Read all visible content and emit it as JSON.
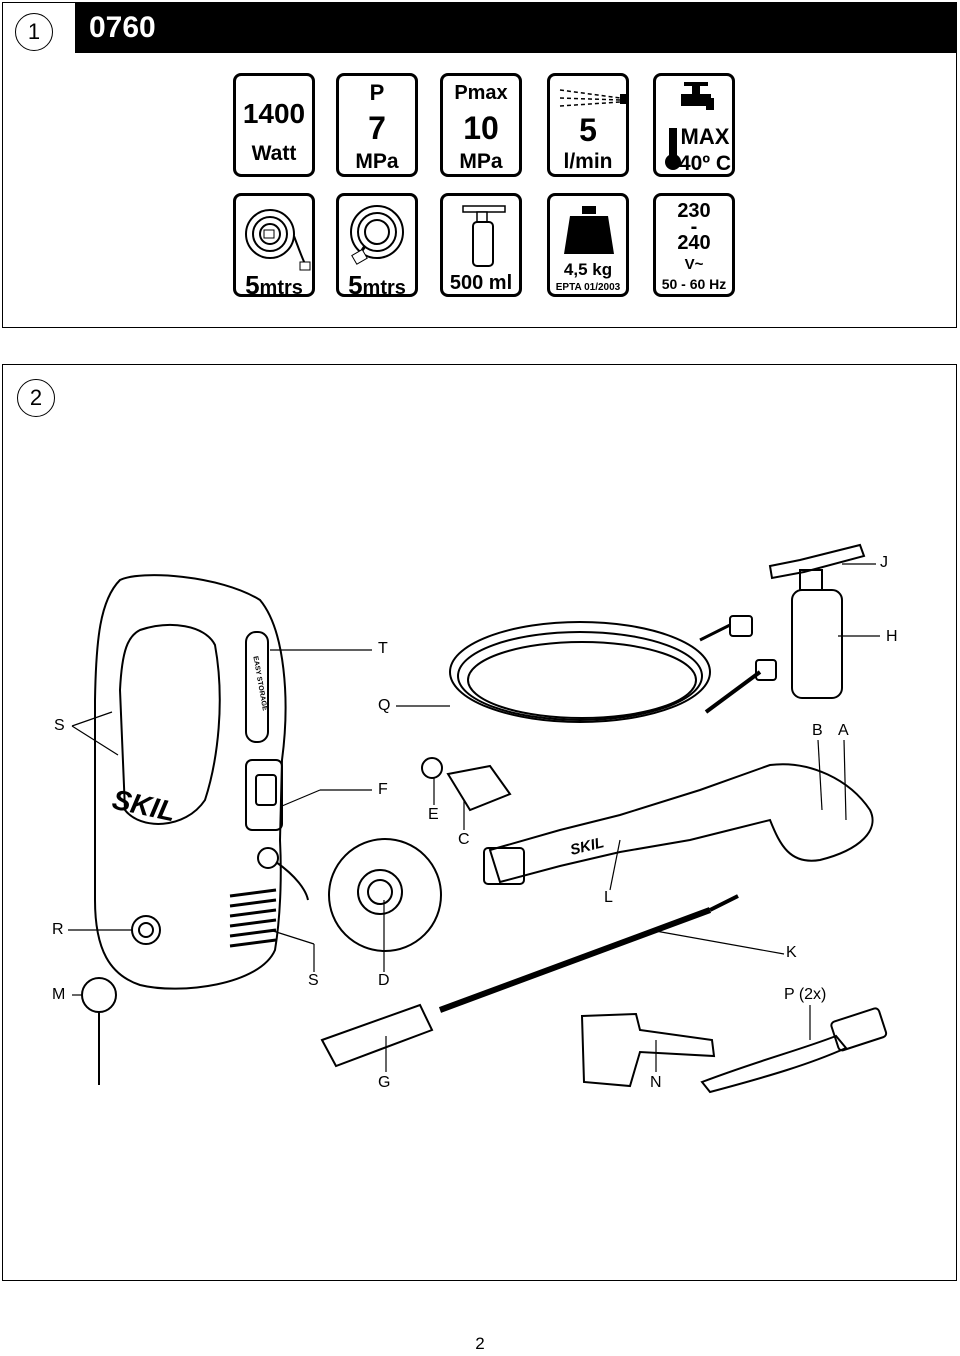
{
  "figure1": {
    "number": "1",
    "model": "0760",
    "specs": {
      "power_value": "1400",
      "power_unit": "Watt",
      "p_label": "P",
      "p_value": "7",
      "p_unit": "MPa",
      "pmax_label": "Pmax",
      "pmax_value": "10",
      "pmax_unit": "MPa",
      "flow_value": "5",
      "flow_unit": "l/min",
      "temp_max_label": "MAX",
      "temp_value": "40º C",
      "hose_length_value": "5",
      "hose_length_unit": "mtrs",
      "cord_length_value": "5",
      "cord_length_unit": "mtrs",
      "bottle_value": "500",
      "bottle_unit": "ml",
      "weight_value": "4,5 kg",
      "weight_standard": "EPTA 01/2003",
      "voltage_low": "230",
      "voltage_dash": "-",
      "voltage_high": "240",
      "voltage_unit": "V~",
      "frequency": "50 - 60 Hz"
    }
  },
  "figure2": {
    "number": "2",
    "brand": "SKIL",
    "storage_label": "EASY STORAGE",
    "labels": {
      "J": "J",
      "T": "T",
      "H": "H",
      "Q": "Q",
      "S": "S",
      "B": "B",
      "A": "A",
      "F": "F",
      "E": "E",
      "C": "C",
      "L": "L",
      "R": "R",
      "K": "K",
      "M": "M",
      "S2": "S",
      "D": "D",
      "P": "P (2x)",
      "G": "G",
      "N": "N"
    }
  },
  "page_number": "2"
}
